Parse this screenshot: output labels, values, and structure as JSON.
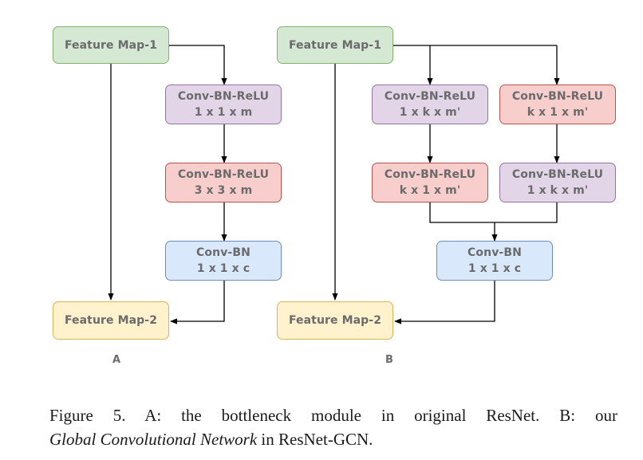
{
  "diagram": {
    "panel_a": {
      "label": "A",
      "nodes": {
        "input": {
          "title": "Feature Map-1"
        },
        "conv1": {
          "title": "Conv-BN-ReLU",
          "size": "1 x 1 x m"
        },
        "conv2": {
          "title": "Conv-BN-ReLU",
          "size": "3 x 3 x m"
        },
        "conv3": {
          "title": "Conv-BN",
          "size": "1 x 1 x c"
        },
        "output": {
          "title": "Feature Map-2"
        }
      }
    },
    "panel_b": {
      "label": "B",
      "nodes": {
        "input": {
          "title": "Feature Map-1"
        },
        "left1": {
          "title": "Conv-BN-ReLU",
          "size": "1 x k x m'"
        },
        "right1": {
          "title": "Conv-BN-ReLU",
          "size": "k x 1 x m'"
        },
        "left2": {
          "title": "Conv-BN-ReLU",
          "size": "k x 1 x m'"
        },
        "right2": {
          "title": "Conv-BN-ReLU",
          "size": "1 x k x m'"
        },
        "merge": {
          "title": "Conv-BN",
          "size": "1 x 1 x c"
        },
        "output": {
          "title": "Feature Map-2"
        }
      }
    },
    "colors": {
      "green": "#d5e8d4",
      "purple": "#e1d5e7",
      "red": "#f8cecc",
      "blue": "#dae8fc",
      "yellow": "#fff2cc",
      "arrow": "#000000"
    }
  },
  "caption": {
    "line1": "Figure 5.   A: the bottleneck module in original ResNet.  B: our",
    "line2_italic": "Global Convolutional Network",
    "line2_rest": " in ResNet-GCN."
  }
}
